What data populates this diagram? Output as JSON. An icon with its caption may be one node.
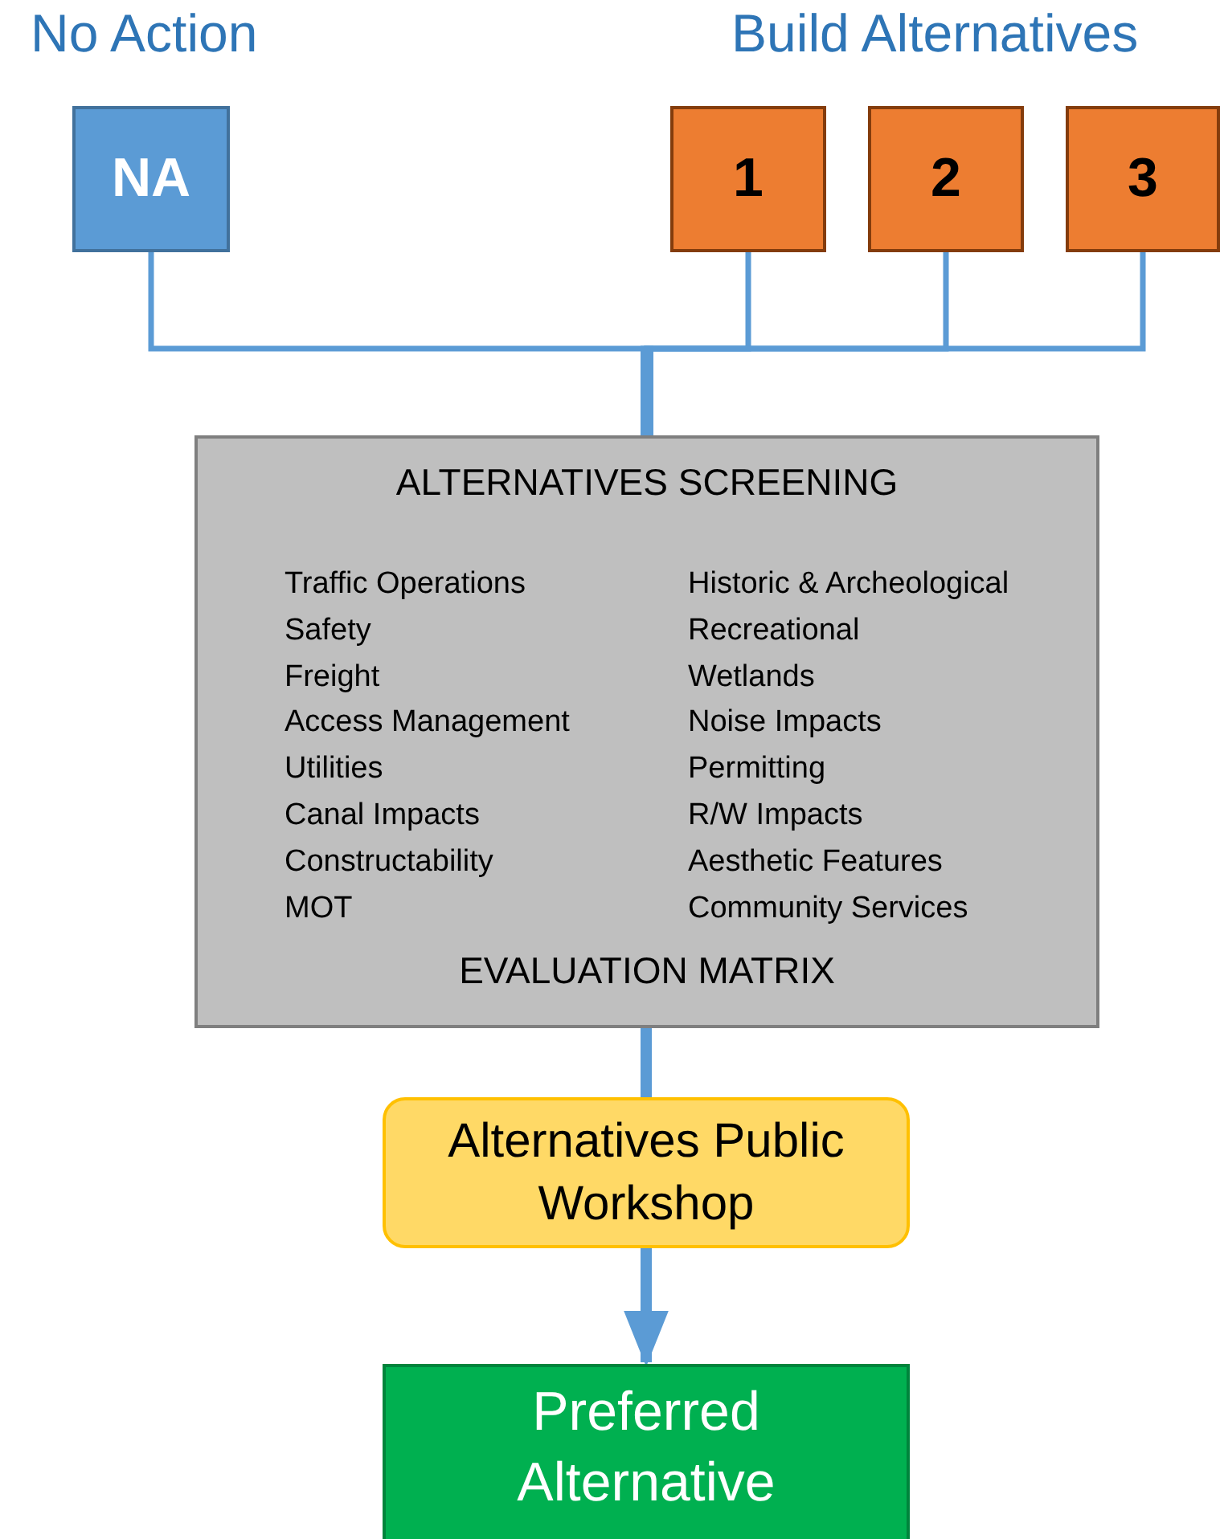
{
  "diagram": {
    "nodes": [
      {
        "text": [
          "NA"
        ],
        "beside": [
          "No Action"
        ]
      },
      {
        "text": [
          "1"
        ]
      },
      {
        "text": [
          "2"
        ]
      },
      {
        "text": [
          "3"
        ]
      },
      {
        "text": [
          "ALTERNATIVES SCREENING",
          "Traffic Operations",
          "Safety",
          "Freight",
          "Access Management",
          "Utilities",
          "Canal Impacts",
          "Constructability",
          "MOT",
          "Historic & Archeological",
          "Recreational",
          "Wetlands",
          "Noise Impacts",
          "Permitting",
          "R/W Impacts",
          "Aesthetic Features",
          "Community Services",
          "EVALUATION MATRIX"
        ]
      },
      {
        "text": [
          "Alternatives Public Workshop"
        ]
      },
      {
        "text": [
          "Preferred Alternative"
        ]
      }
    ],
    "edges": [
      {
        "from": 0,
        "to": 4,
        "arrow": "none"
      },
      {
        "from": 1,
        "to": 4,
        "arrow": "none"
      },
      {
        "from": 2,
        "to": 4,
        "arrow": "none"
      },
      {
        "from": 3,
        "to": 4,
        "arrow": "none"
      },
      {
        "from": 4,
        "to": 5,
        "arrow": "none",
        "style": "thick"
      },
      {
        "from": 5,
        "to": 6,
        "arrow": "to",
        "style": "thick"
      }
    ],
    "labels": [
      "Build Alternatives"
    ]
  }
}
